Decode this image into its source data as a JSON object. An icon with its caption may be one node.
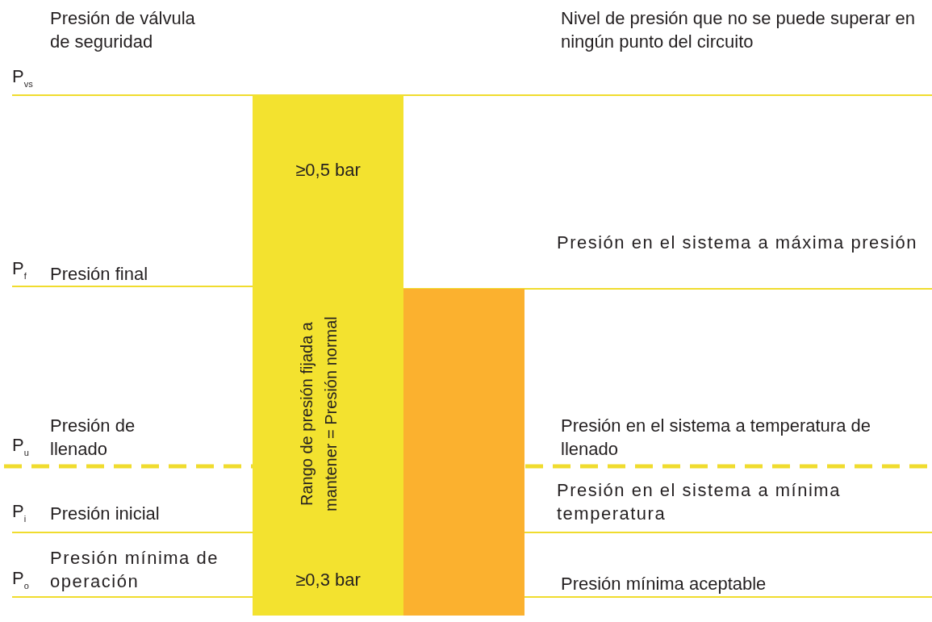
{
  "diagram": {
    "nodes": [
      {
        "text": [
          "≥0,5 bar",
          "Rango de presión fijada a mantener = Presión normal",
          "≥0,3 bar"
        ]
      },
      {
        "text": [],
        "shape": "bar"
      }
    ],
    "labels": [
      "Presión de válvula de seguridad",
      "Nivel de presión que no se puede superar en ningún punto del circuito",
      "P$_{vs}$",
      "Presión en el sistema a máxima presión",
      "P$_{f}$",
      "Presión final",
      "Presión de llenado",
      "Presión en el sistema a temperatura de llenado",
      "P$_{u}$",
      "Presión en el sistema a mínima temperatura",
      "P$_{i}$",
      "Presión inicial",
      "Presión mínima de operación",
      "P$_{o}$",
      "Presión mínima aceptable"
    ]
  }
}
